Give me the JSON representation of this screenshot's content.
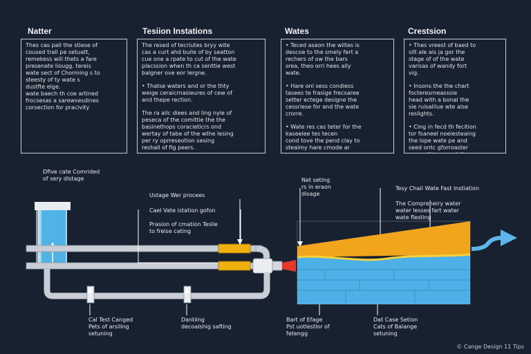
{
  "columns": [
    {
      "title": "Natter",
      "paragraphs": [
        "Thes cas pall the stiese of\ncoused trall pe setuatt,\nremekess will thets a fare\npresenate liougg. tereis\nwate sect of Chorming s to\nsteesty of ty wate s\ndustfte elge.\nwate baech th coe artined\nfrocsesas a sarewsesdines\ncorsection for pracivity"
      ]
    },
    {
      "title": "Tesiion Instations",
      "paragraphs": [
        "The resed of tecriutes bryy wite\ncas a curt ahd bulle of by seatton\ncue one a rpate to cut of the wate\nplacssion when th ca senttie west\nbalgner ove eor lergne.",
        "• Thatse waters and or the thty\nweige ceraicrnasieures of cew of\nand thepe rection.",
        "The ra ailc diees and ling nyle of\npeseca of the comittie the the\nbasinethops coracieticrs ond\nwertay of tabe of the wthe lesing\nper ry oprreseotion sesing\nreshall of fig peers."
      ]
    },
    {
      "title": "Wates",
      "paragraphs": [
        "• Teced aseon the wiltes is\ndescoe to the smely fert a\nrechers of ow the bars\nsrea, theo orri hees ally\nwate.",
        "• Hare onl sess condiess\ntasees te frasige frecsaree\nsetter ectege designe the\ncessriese for and the wate\ncrorre.",
        "• Wate res cas teter for the\nkaseelee tes tecen\ncond tove the pend clay to\nsteaimy hare cmode ar\necnegnes."
      ]
    },
    {
      "title": "Crestsion",
      "paragraphs": [
        "• Thes vreest of baed to\nsilt ale ais ja gor the\nstage of of the wate\nvarisas of wandy fort\nvig.",
        "• Insons the the chart\nfocteresrneasssie\nhead with a bonal the\nsie ruisalilue wte alse\nreslights.",
        "• Cing in fecd th fecition\ntor fsaneel noeiesteaing\nthe lope wate pe and\nseed ontc gforroaster\nprocenitios smaet the\npry"
      ]
    }
  ],
  "labels": {
    "tank": "Dfive cate Comrided\nof sery dlstage",
    "pipe1": "Ustage Wer procees",
    "pipe2": "Cael Vate istation gofon",
    "pipe3": "Prasion of cmation Teslie\nto freise cating",
    "bottom1": "Cal Test Canged\nPets of arsiling\nsetuning",
    "bottom2": "Dantiing\ndecoalshig safting",
    "pool_top": "Net seting\nrs in eraon\ndisage",
    "pool_right1": "Tesy Chail Wate Fast lnstiation",
    "pool_right2": "The Compreneiry water\nwater lesses fart water\nwate flesting",
    "bottom3": "Bart of Efage\nPst uotlestlor of\nfetengg",
    "bottom4": "Dat Case Setion\nCats of Balange\nsetuning"
  },
  "footer": "© Cange Design 11 Tips",
  "colors": {
    "background": "#18212f",
    "pipe": "#c9ced6",
    "water": "#4fb3e6",
    "tank_cap": "#e9ecf0",
    "fitting": "#f0b10e",
    "pool_top": "#f0a51d",
    "pool_water": "#4db0e6",
    "arrow": "#5cb7e8",
    "spout": "#e6392c"
  }
}
